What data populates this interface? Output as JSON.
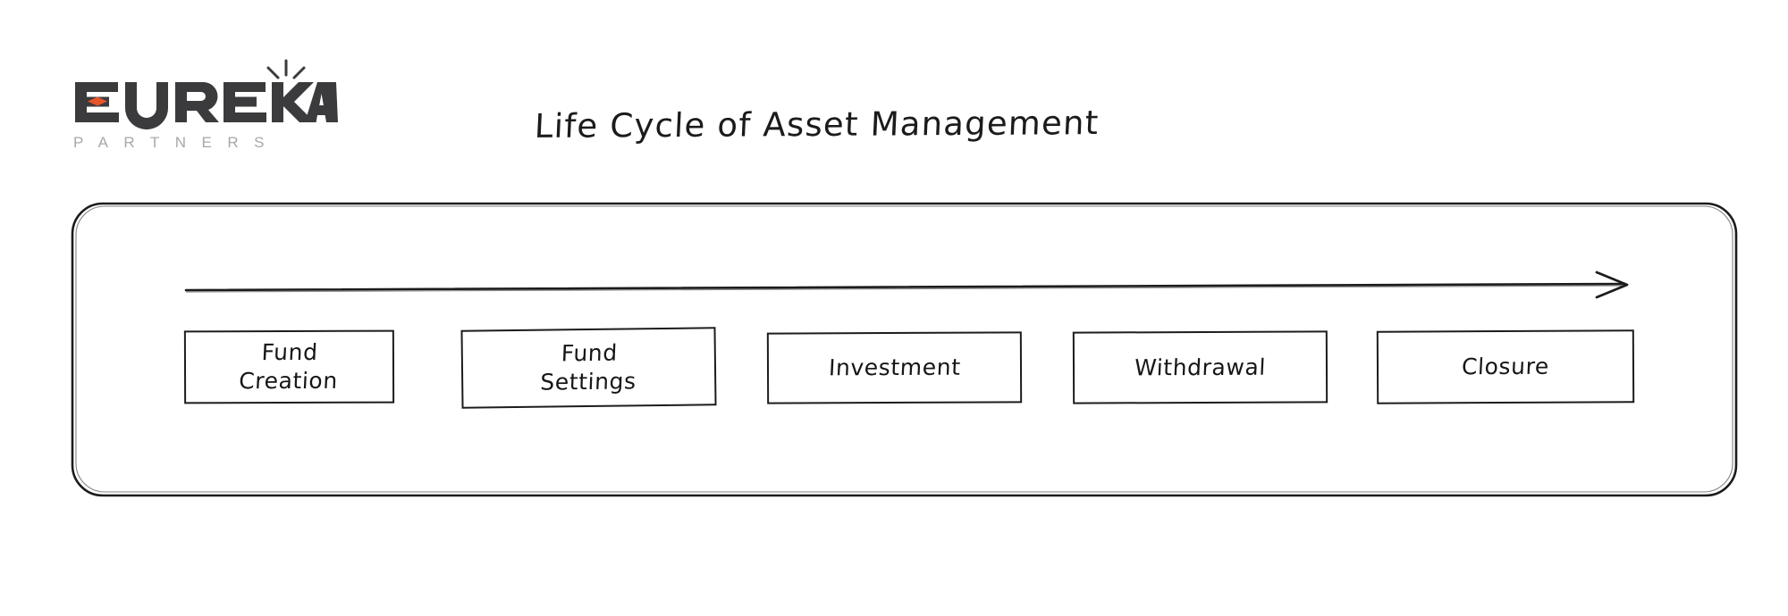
{
  "brand": {
    "wordmark": "EUREKA",
    "tagline": "PARTNERS",
    "accent_color": "#e8542a",
    "wordmark_color": "#3b3b3d",
    "tagline_color": "#a8a8a8",
    "idea_burst_icon": "idea-burst-icon",
    "diamond_icon": "diamond-icon"
  },
  "header": {
    "title": "Life Cycle of Asset Management"
  },
  "diagram": {
    "type": "process-flow",
    "container_border_color": "#1c1c1c",
    "background_color": "#ffffff",
    "flow_arrow": {
      "name": "flow-direction-arrow",
      "direction": "left-to-right"
    },
    "steps": [
      {
        "id": "fund-creation",
        "label": "Fund\nCreation",
        "order": 1
      },
      {
        "id": "fund-settings",
        "label": "Fund\nSettings",
        "order": 2
      },
      {
        "id": "investment",
        "label": "Investment",
        "order": 3
      },
      {
        "id": "withdrawal",
        "label": "Withdrawal",
        "order": 4
      },
      {
        "id": "closure",
        "label": "Closure",
        "order": 5
      }
    ]
  }
}
